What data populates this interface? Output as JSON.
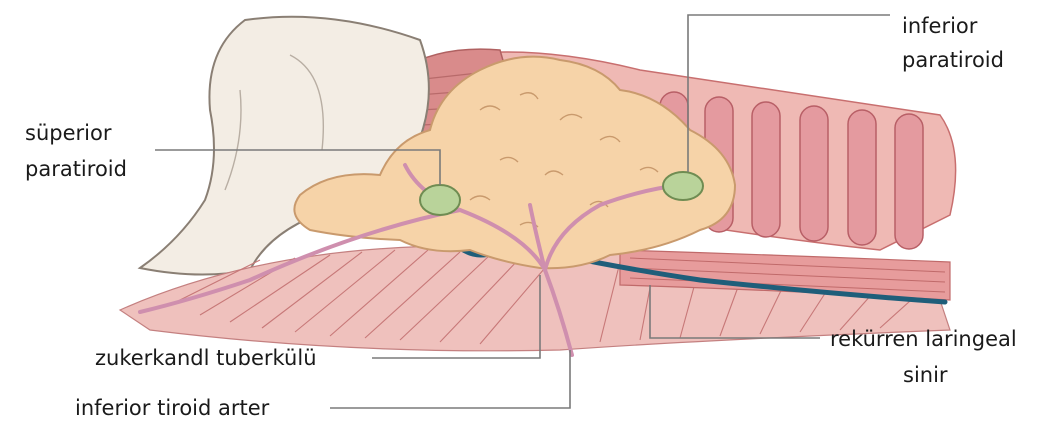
{
  "labels": {
    "superior_parathyroid": [
      "süperior",
      "paratiroid"
    ],
    "inferior_parathyroid": [
      "inferior",
      "paratiroid"
    ],
    "zuckerkandl": "zukerkandl tuberkülü",
    "inferior_thyroid_artery": "inferior tiroid arter",
    "recurrent_laryngeal_nerve": [
      "rekürren laringeal",
      "sinir"
    ]
  },
  "colors": {
    "background": "#ffffff",
    "cartilage": "#f3ede4",
    "cartilage_outline": "#8a7f74",
    "muscle": "#e7a3a3",
    "muscle_dark": "#c86f6f",
    "trachea_ring": "#d9828a",
    "thyroid": "#f6d3a8",
    "thyroid_outline": "#c99a6d",
    "parathyroid": "#b9d39a",
    "artery": "#cf8fae",
    "nerve": "#1f5e7a",
    "leader_line": "#7a7a7a"
  }
}
